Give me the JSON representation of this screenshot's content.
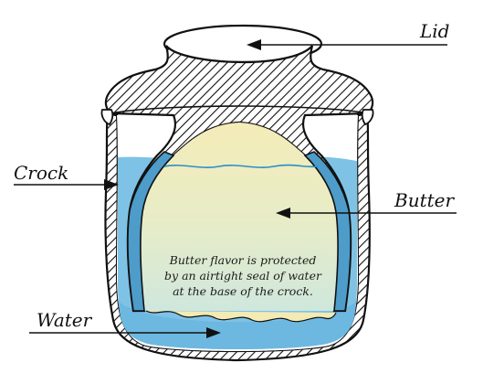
{
  "labels": {
    "lid": "Lid",
    "crock": "Crock",
    "butter": "Butter",
    "water": "Water"
  },
  "note": {
    "line1": "Butter flavor is protected",
    "line2": "by an airtight seal of water",
    "line3": "at the base of the crock."
  },
  "colors": {
    "water": "#7ec3e6",
    "water_dark": "#5aaedb",
    "butter": "#f3eab4",
    "butter_tint": "#cfe7df",
    "outline": "#111111",
    "hatch": "#111111"
  }
}
